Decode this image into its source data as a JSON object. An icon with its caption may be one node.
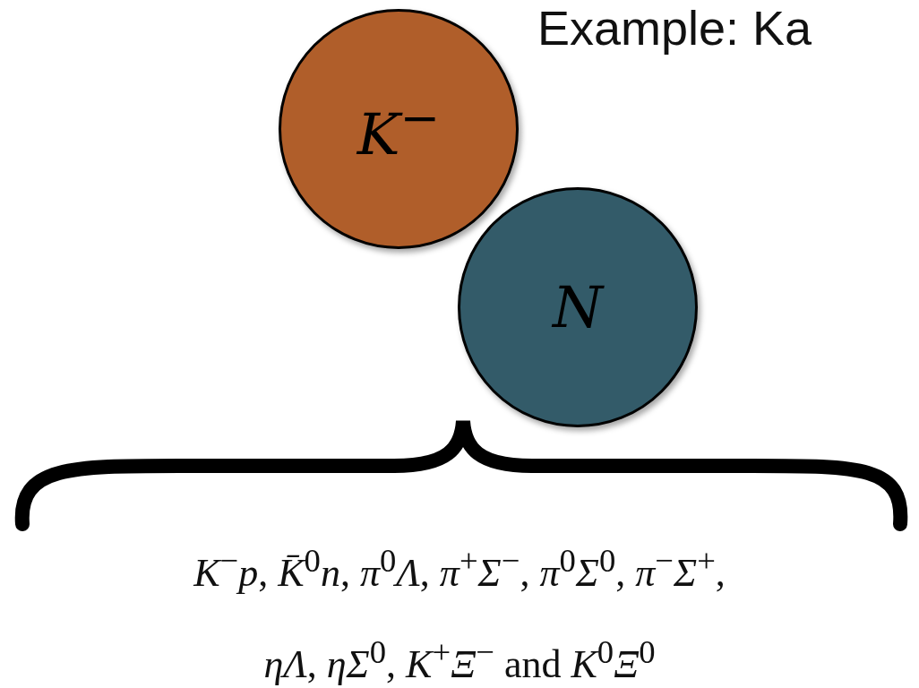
{
  "diagram": {
    "title": "Example: Ka",
    "nodes": [
      {
        "text": [
          "*K*$^{−}$"
        ]
      },
      {
        "text": [
          "*N*"
        ]
      }
    ],
    "edges": [],
    "labels": [
      "*K*$^{−}$*p*, *K̄*$^{0}$*n*, *π*$^{0}$*Λ*, *π*$^{+}$*Σ*$^{−}$, *π*$^{0}$*Σ*$^{0}$, *π*$^{−}$*Σ*$^{+}$, *ηΛ*, *ηΣ*$^{0}$, *K*$^{+}$*Ξ*$^{−}$ and *K*$^{0}$*Ξ*$^{0}$"
    ]
  }
}
